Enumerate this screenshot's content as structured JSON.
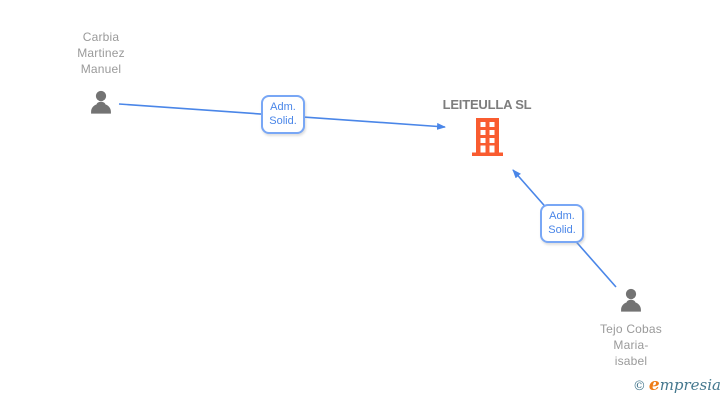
{
  "colors": {
    "background": "#ffffff",
    "edge": "#4a86e8",
    "edge_box_border": "#79a7f5",
    "edge_box_text": "#4a86e8",
    "person_icon": "#737373",
    "person_name": "#9a9a9a",
    "company_name": "#7d7d7d",
    "building_icon": "#f95c30",
    "logo_teal": "#45788e",
    "logo_orange": "#ee7d18"
  },
  "nodes": {
    "person1": {
      "line1": "Carbia",
      "line2": "Martinez",
      "line3": "Manuel"
    },
    "company": {
      "name": "LEITEULLA SL"
    },
    "person2": {
      "line1": "Tejo Cobas",
      "line2": "Maria-",
      "line3": "isabel"
    }
  },
  "edges": {
    "edge1": {
      "line1": "Adm.",
      "line2": "Solid."
    },
    "edge2": {
      "line1": "Adm.",
      "line2": "Solid."
    }
  },
  "icons": {
    "person": "person-silhouette",
    "company": "office-building"
  },
  "footer": {
    "copyright": "©",
    "brand_initial": "e",
    "brand_rest": "mpresia"
  }
}
